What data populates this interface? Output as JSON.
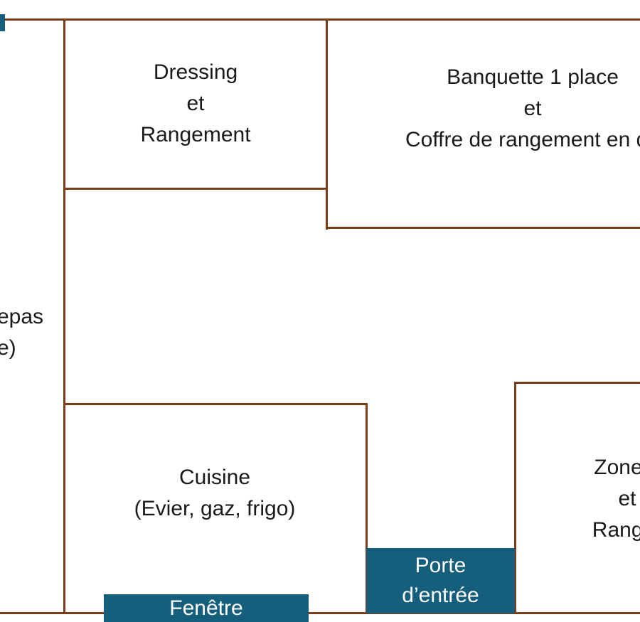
{
  "colors": {
    "wall": "#7a3d17",
    "opening": "#155f7d",
    "background": "#ffffff",
    "text": "#1a1a1a",
    "opening_text": "#ffffff"
  },
  "rooms": {
    "dressing": {
      "line1": "Dressing",
      "line2": "et",
      "line3": "Rangement"
    },
    "banquette": {
      "line1": "Banquette 1 place",
      "line2": "et",
      "line3": "Coffre de rangement en de"
    },
    "repas": {
      "line1": "epas",
      "line2": "e)"
    },
    "cuisine": {
      "line1": "Cuisine",
      "line2": "(Evier, gaz, frigo)"
    },
    "zone": {
      "line1": "Zone d",
      "line2": "et",
      "line3": "Ranger"
    }
  },
  "openings": {
    "porte": {
      "line1": "Porte",
      "line2": "d’entrée"
    },
    "fenetre": {
      "label": "Fenêtre"
    }
  }
}
